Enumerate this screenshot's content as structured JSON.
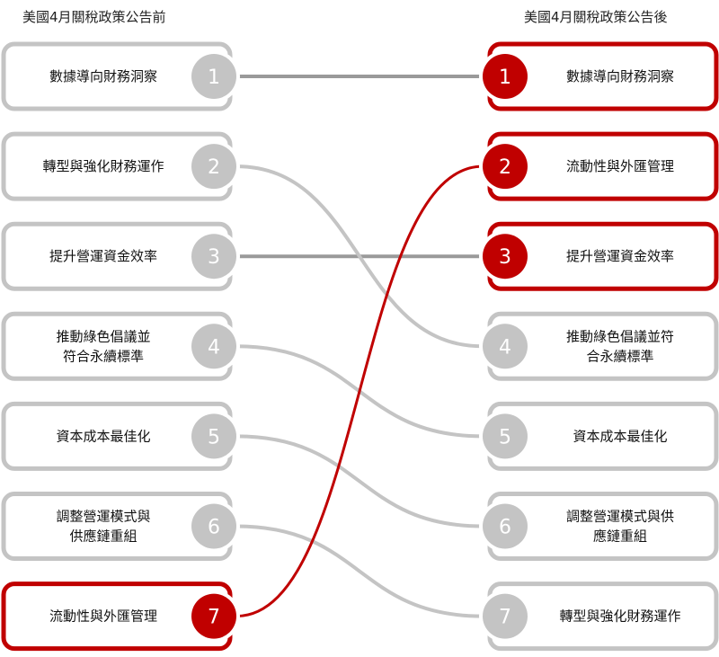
{
  "colors": {
    "active": "#c00000",
    "inactive": "#c4c4c4",
    "line_gray": "#9a9a9a"
  },
  "left": {
    "title": "美國4月關稅政策公告前",
    "items": [
      {
        "num": "1",
        "lines": [
          "數據導向財務洞察"
        ],
        "active": false
      },
      {
        "num": "2",
        "lines": [
          "轉型與強化財務運作"
        ],
        "active": false
      },
      {
        "num": "3",
        "lines": [
          "提升營運資金效率"
        ],
        "active": false
      },
      {
        "num": "4",
        "lines": [
          "推動綠色倡議並",
          "符合永續標準"
        ],
        "active": false
      },
      {
        "num": "5",
        "lines": [
          "資本成本最佳化"
        ],
        "active": false
      },
      {
        "num": "6",
        "lines": [
          "調整營運模式與",
          "供應鏈重組"
        ],
        "active": false
      },
      {
        "num": "7",
        "lines": [
          "流動性與外匯管理"
        ],
        "active": true
      }
    ]
  },
  "right": {
    "title": "美國4月關稅政策公告後",
    "items": [
      {
        "num": "1",
        "lines": [
          "數據導向財務洞察"
        ],
        "active": true
      },
      {
        "num": "2",
        "lines": [
          "流動性與外匯管理"
        ],
        "active": true
      },
      {
        "num": "3",
        "lines": [
          "提升營運資金效率"
        ],
        "active": true
      },
      {
        "num": "4",
        "lines": [
          "推動綠色倡議並符",
          "合永續標準"
        ],
        "active": false
      },
      {
        "num": "5",
        "lines": [
          "資本成本最佳化"
        ],
        "active": false
      },
      {
        "num": "6",
        "lines": [
          "調整營運模式與供",
          "應鏈重組"
        ],
        "active": false
      },
      {
        "num": "7",
        "lines": [
          "轉型與強化財務運作"
        ],
        "active": false
      }
    ]
  },
  "connections": [
    {
      "from": 1,
      "to": 1,
      "highlight": false
    },
    {
      "from": 3,
      "to": 3,
      "highlight": false
    },
    {
      "from": 2,
      "to": 4,
      "highlight": false
    },
    {
      "from": 4,
      "to": 5,
      "highlight": false
    },
    {
      "from": 5,
      "to": 6,
      "highlight": false
    },
    {
      "from": 6,
      "to": 7,
      "highlight": false
    },
    {
      "from": 7,
      "to": 2,
      "highlight": true
    }
  ]
}
